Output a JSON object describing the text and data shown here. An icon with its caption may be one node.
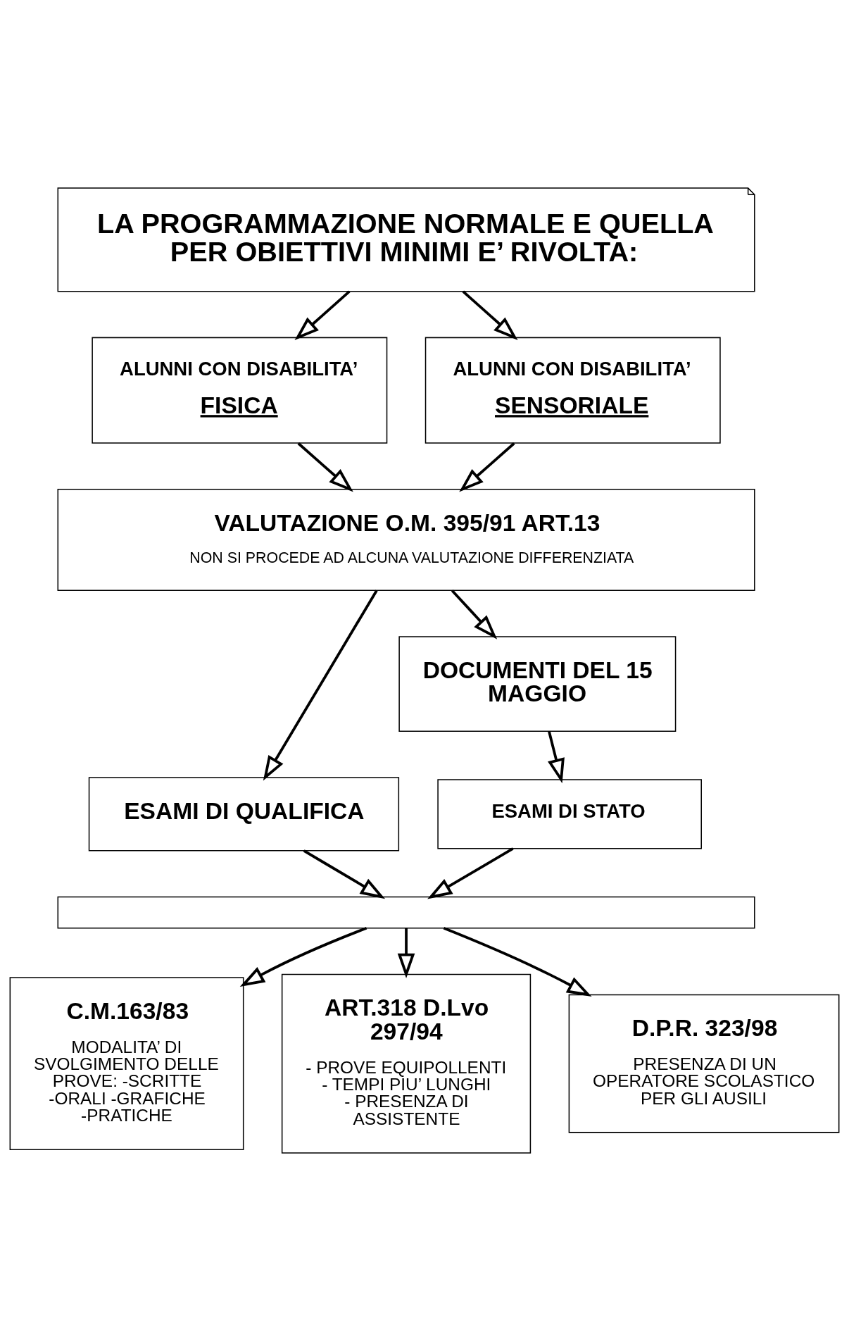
{
  "diagram": {
    "nodes": [
      {
        "text": [
          "LA PROGRAMMAZIONE NORMALE E QUELLA PER OBIETTIVI MINIMI E’ RIVOLTA:"
        ]
      },
      {
        "text": [
          "ALUNNI CON DISABILITA’",
          "FISICA"
        ]
      },
      {
        "text": [
          "ALUNNI CON DISABILITA’",
          "SENSORIALE"
        ]
      },
      {
        "text": [
          "VALUTAZIONE O.M. 395/91 ART.13",
          "NON SI PROCEDE AD ALCUNA VALUTAZIONE DIFFERENZIATA"
        ]
      },
      {
        "text": [
          "ESAMI DI QUALIFICA"
        ]
      },
      {
        "text": [
          "DOCUMENTI DEL 15 MAGGIO"
        ]
      },
      {
        "text": [
          "ESAMI DI STATO"
        ]
      },
      {
        "text": [],
        "shape": "bar"
      },
      {
        "text": [
          "C.M.163/83",
          "MODALITA’ DI SVOLGIMENTO DELLE PROVE: -SCRITTE -ORALI -GRAFICHE -PRATICHE"
        ]
      },
      {
        "text": [
          "ART.318 D.Lvo 297/94",
          "- PROVE EQUIPOLLENTI - TEMPI PIU’ LUNGHI - PRESENZA DI ASSISTENTE"
        ]
      },
      {
        "text": [
          "D.P.R. 323/98",
          "PRESENZA DI UN OPERATORE SCOLASTICO PER GLI AUSILI"
        ]
      }
    ],
    "edges": [
      {
        "from": 0,
        "to": 1,
        "arrow": "to"
      },
      {
        "from": 0,
        "to": 2,
        "arrow": "to"
      },
      {
        "from": 1,
        "to": 3,
        "arrow": "to"
      },
      {
        "from": 2,
        "to": 3,
        "arrow": "to"
      },
      {
        "from": 3,
        "to": 4,
        "arrow": "to"
      },
      {
        "from": 3,
        "to": 5,
        "arrow": "to"
      },
      {
        "from": 5,
        "to": 6,
        "arrow": "to"
      },
      {
        "from": 4,
        "to": 7,
        "arrow": "to"
      },
      {
        "from": 6,
        "to": 7,
        "arrow": "to"
      },
      {
        "from": 7,
        "to": 8,
        "arrow": "to"
      },
      {
        "from": 7,
        "to": 9,
        "arrow": "to"
      },
      {
        "from": 7,
        "to": 10,
        "arrow": "to"
      }
    ]
  }
}
